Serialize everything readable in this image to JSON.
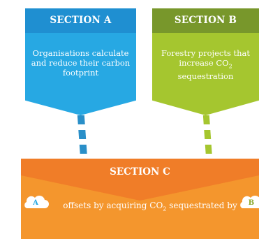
{
  "section_a": {
    "title": "SECTION A",
    "text": [
      "Organisations calculate",
      "and reduce their carbon",
      "footprint"
    ],
    "color": "#27a8e3",
    "header_color": "#1f8fd1"
  },
  "section_b": {
    "title": "SECTION B",
    "text_line1": "Forestry projects that",
    "text_line2_prefix": "increase CO",
    "text_line2_sub": "2",
    "text_line3": "sequestration",
    "color": "#a5c62f",
    "header_color": "#78972b"
  },
  "section_c": {
    "title": "SECTION C",
    "line_prefix": "offsets by acquiring CO",
    "line_sub": "2",
    "line_suffix": " sequestrated by",
    "color": "#f4962d",
    "header_color": "#ea6a1f"
  },
  "icons": {
    "cloud_a_label": "A",
    "cloud_b_label": "B",
    "cloud_icon": "cloud-icon"
  }
}
